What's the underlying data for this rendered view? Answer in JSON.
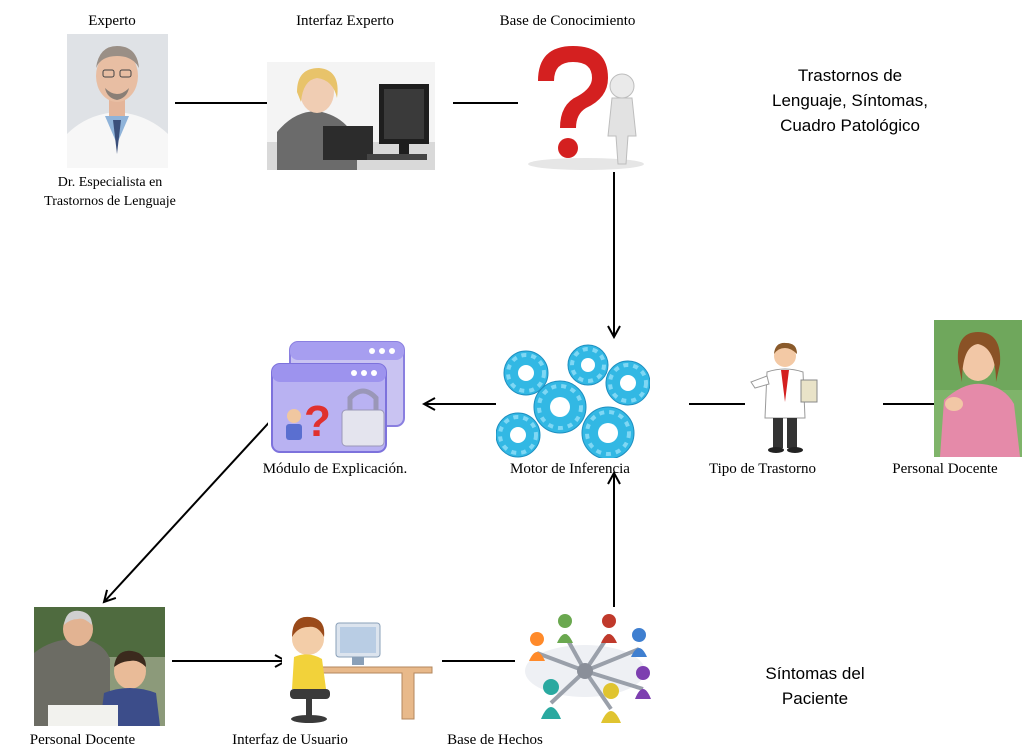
{
  "nodes": {
    "experto": {
      "label": "Experto",
      "caption_lines": [
        "Dr. Especialista en",
        "Trastornos de Lenguaje"
      ]
    },
    "interfaz_experto": {
      "label": "Interfaz Experto"
    },
    "base_conocimiento": {
      "label": "Base de Conocimiento"
    },
    "modulo_explicacion": {
      "label": "Módulo de Explicación."
    },
    "motor_inferencia": {
      "label": "Motor de Inferencia"
    },
    "tipo_trastorno": {
      "label": "Tipo de Trastorno"
    },
    "personal_docente_right": {
      "label": "Personal Docente"
    },
    "personal_docente_bottom": {
      "label": "Personal Docente"
    },
    "interfaz_usuario": {
      "label": "Interfaz de Usuario"
    },
    "base_hechos": {
      "label": "Base de Hechos"
    }
  },
  "notes": {
    "trastornos": [
      "Trastornos de",
      "Lenguaje, Síntomas,",
      "Cuadro Patológico"
    ],
    "sintomas": [
      "Síntomas del",
      "Paciente"
    ]
  },
  "icons": [
    "doctor-portrait-icon",
    "woman-at-computer-icon",
    "question-mark-figure-icon",
    "help-window-icon",
    "gears-icon",
    "doctor-clipboard-icon",
    "teacher-woman-icon",
    "teacher-student-icon",
    "child-at-computer-icon",
    "people-network-icon"
  ]
}
